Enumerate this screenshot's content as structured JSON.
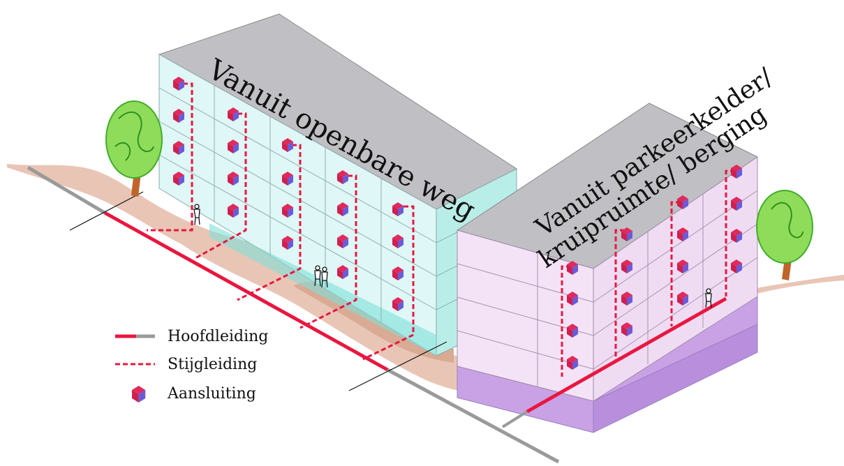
{
  "buildings": {
    "left": {
      "label": "Vanuit openbare weg"
    },
    "right": {
      "label_line1": "Vanuit parkeerkelder/",
      "label_line2": "kruipruimte/ berging"
    }
  },
  "legend": {
    "items": [
      {
        "key": "main",
        "label": "Hoofdleiding"
      },
      {
        "key": "riser",
        "label": "Stijgleiding"
      },
      {
        "key": "connection",
        "label": "Aansluiting"
      }
    ]
  },
  "colors": {
    "main_line": "#e8173f",
    "main_line_existing": "#9a9a9a",
    "riser": "#e8173f",
    "connection_box": "#6b5bd6",
    "connection_box_top": "#e02060",
    "left_facade": "#dff7f6",
    "left_side": "#b7efe9",
    "right_facade": "#f4e3f6",
    "right_side": "#e8d2ee",
    "roof": "#bdbdc2",
    "ground": "#e9c5b6",
    "basement": "#c9a2e6",
    "tree_canopy": "#8fdc5a",
    "tree_trunk": "#c0642a"
  },
  "icons": {
    "connection": "connection-box-icon",
    "person": "person-icon",
    "tree": "tree-icon"
  }
}
